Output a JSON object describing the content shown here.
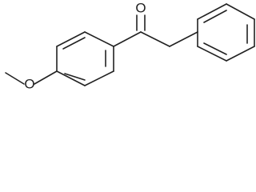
{
  "diagram": {
    "type": "skeletal-structure",
    "atoms": {
      "carbonyl_oxygen": "O",
      "methoxy_oxygen": "O"
    },
    "colors": {
      "line": "#222222",
      "background": "#ffffff"
    }
  }
}
